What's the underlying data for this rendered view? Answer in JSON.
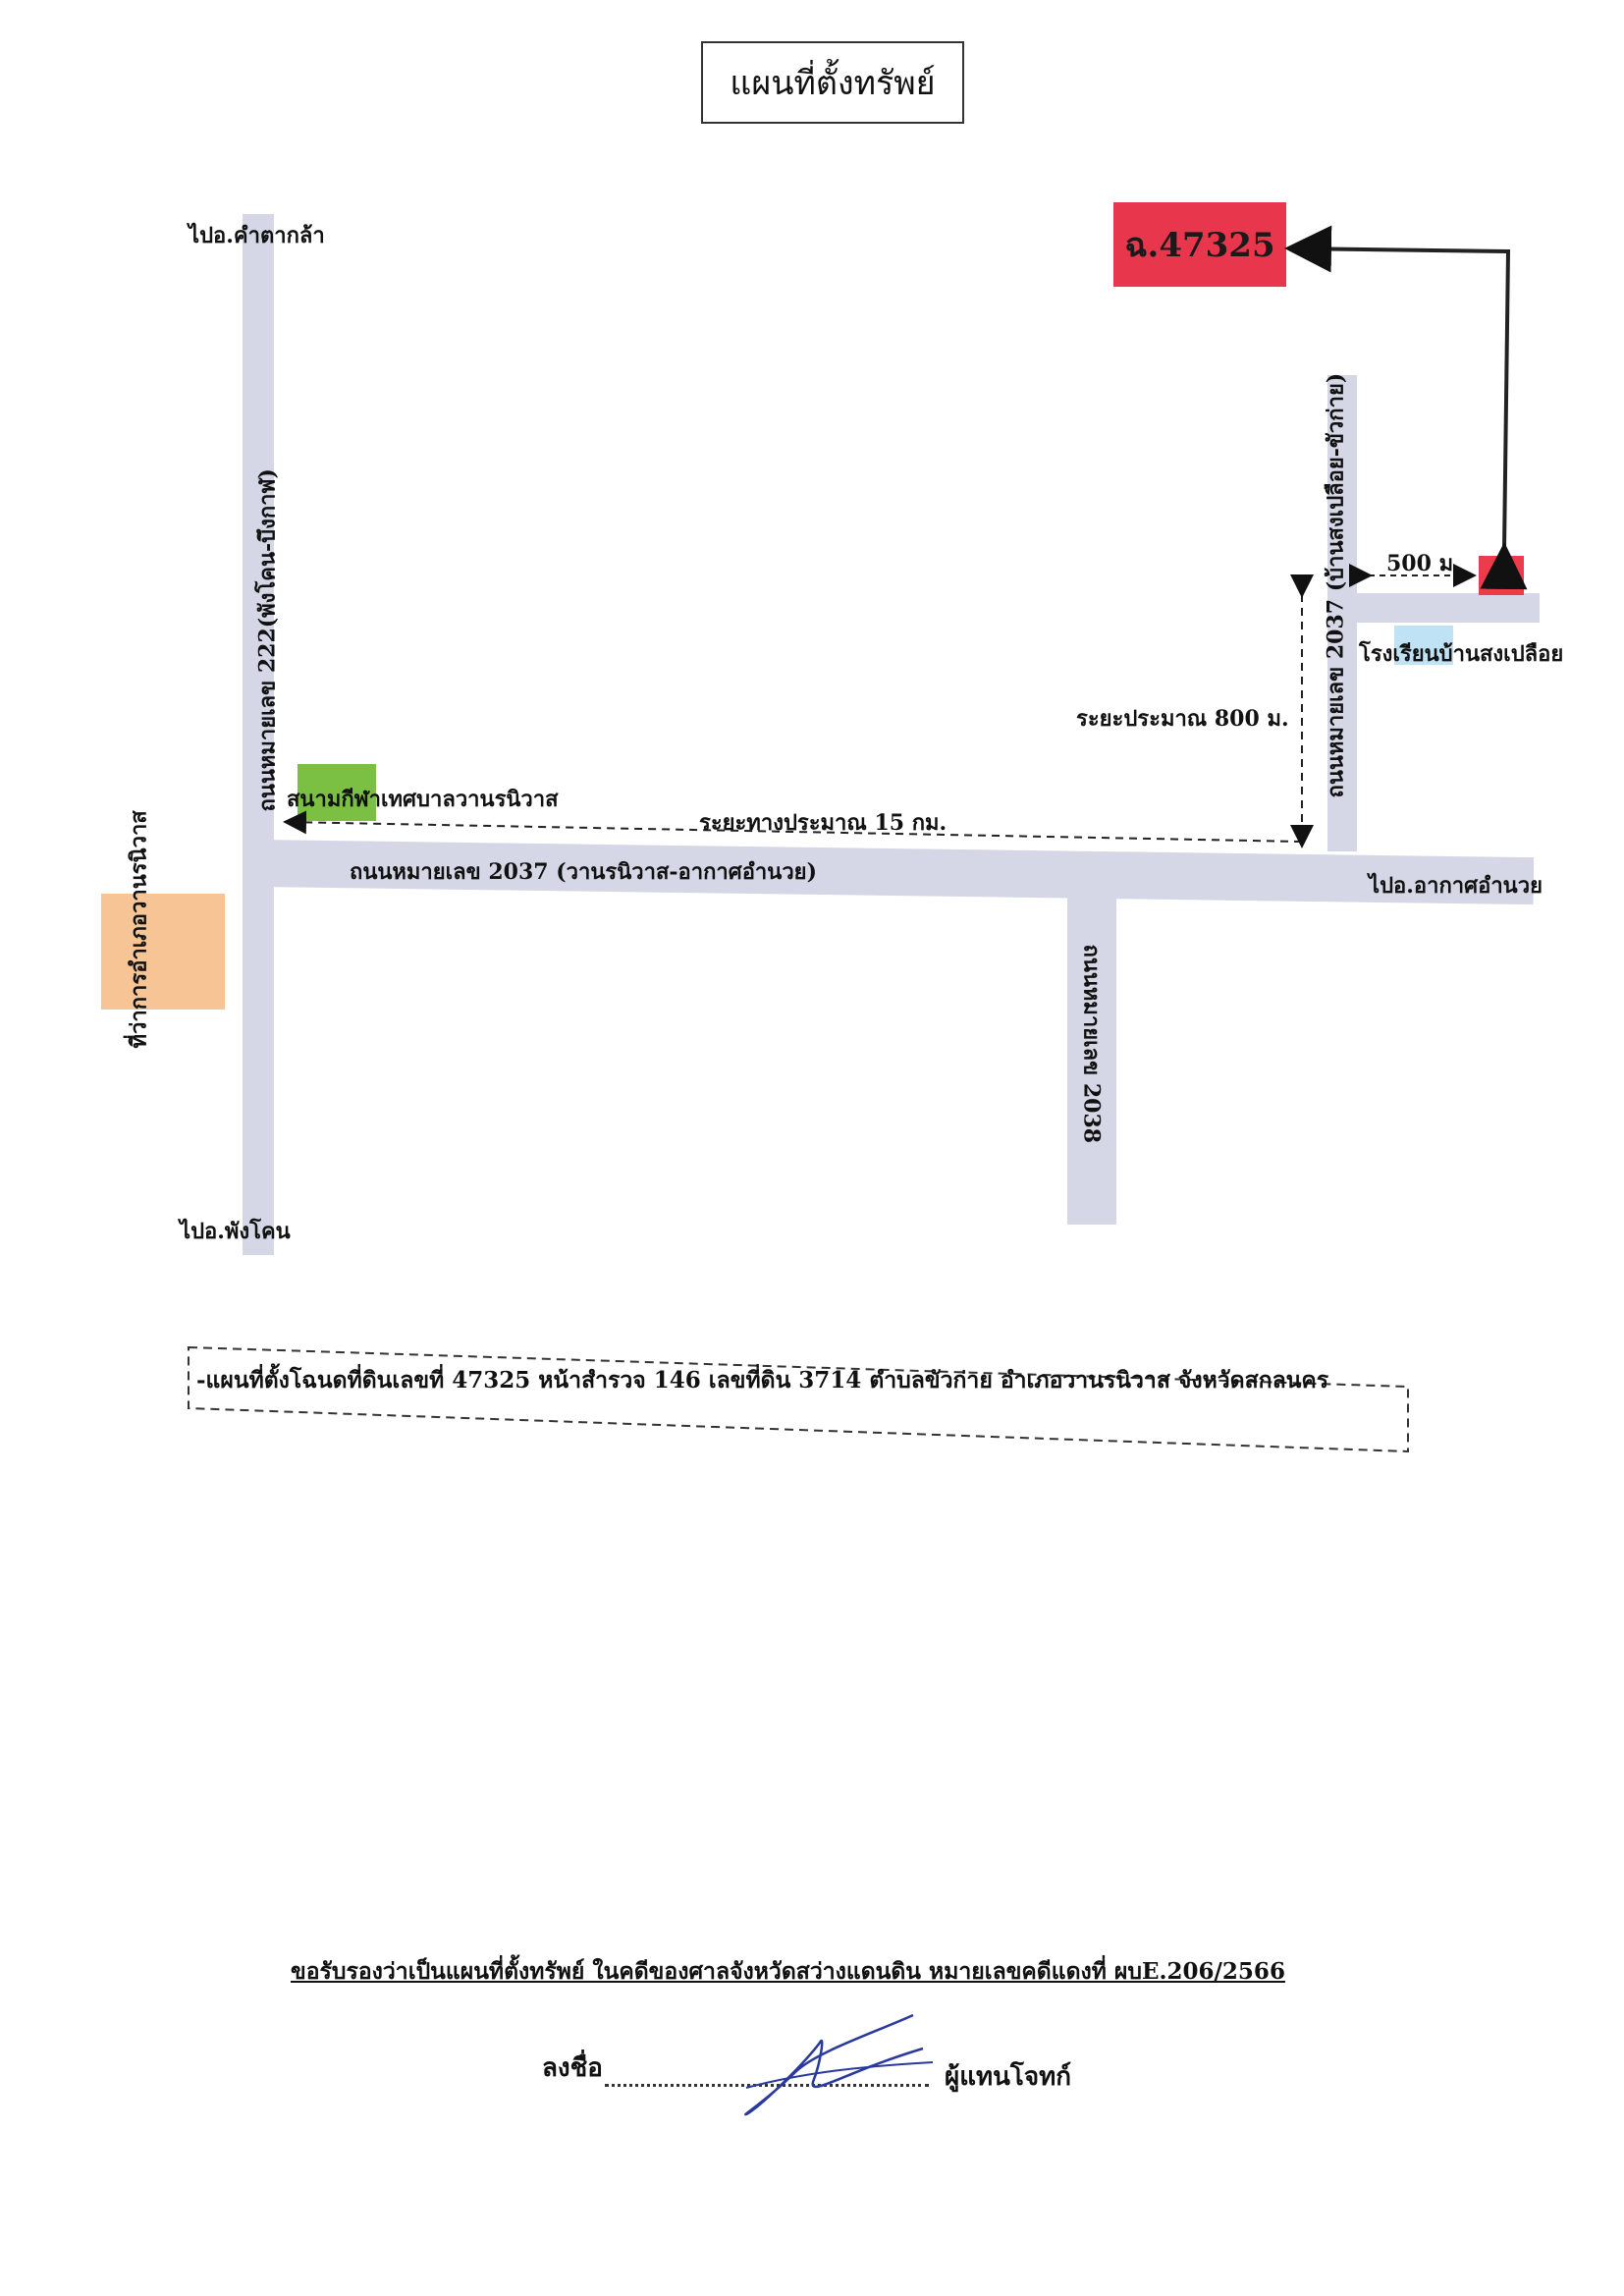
{
  "title": "แผนที่ตั้งทรัพย์",
  "parcel": {
    "label": "ฉ.47325",
    "color": "#e8374d"
  },
  "places": {
    "to_kham_ta_kla": "ไปอ.คำตากล้า",
    "to_phang_khon": "ไปอ.พังโคน",
    "to_akat_amnuai": "ไปอ.อากาศอำนวย",
    "stadium": "สนามกีฬาเทศบาลวานรนิวาส",
    "district_office": "ที่ว่าการอำเภอวานรนิวาส",
    "school": "โรงเรียนบ้านสงเปลือย"
  },
  "roads": {
    "road_222": "ถนนหมายเลข 222(พังโคน-บึงกาฬ)",
    "road_2037_main": "ถนนหมายเลข 2037 (วานรนิวาส-อากาศอำนวย)",
    "road_2037_branch": "ถนนหมายเลข 2037 (บ้านสงเปลือย-ขัวก่าย)",
    "road_2038": "ถนนหมายเลข 2038"
  },
  "distances": {
    "main": "ระยะทางประมาณ 15 กม.",
    "branch": "ระยะประมาณ 800 ม.",
    "parcel": "500 ม."
  },
  "note": "-แผนที่ตั้งโฉนดที่ดินเลขที่ 47325 หน้าสำรวจ 146 เลขที่ดิน 3714 ตำบลขัวก่าย อำเภอวานรนิวาส จังหวัดสกลนคร",
  "certification": "ขอรับรองว่าเป็นแผนที่ตั้งทรัพย์ ในคดีของศาลจังหวัดสว่างแดนดิน หมายเลขคดีแดงที่ ผบE.206/2566",
  "signature": {
    "label": "ลงชื่อ",
    "role": "ผู้แทนโจทก์"
  },
  "colors": {
    "road": "#d6d7e6",
    "stadium": "#7cc043",
    "office": "#f6c495",
    "school": "#bfe3f4"
  }
}
